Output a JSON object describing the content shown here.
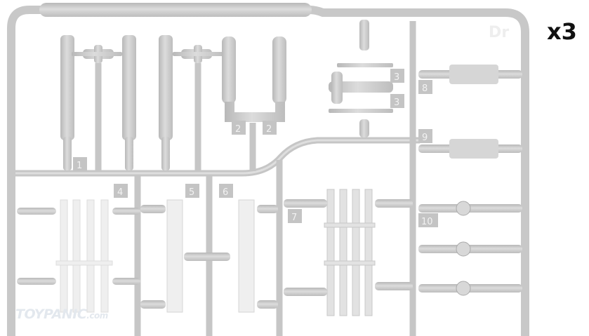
{
  "multiplier": "x3",
  "sprue_letter": "Dr",
  "watermark": {
    "main": "TOYPANIC",
    "suffix": ".com"
  },
  "part_numbers": [
    "1",
    "2",
    "2",
    "3",
    "3",
    "4",
    "5",
    "6",
    "7",
    "8",
    "9",
    "10"
  ],
  "colors": {
    "sprue": "#cdcdcd",
    "sprue_edge": "#b4b4b4",
    "tag": "#c4c4c4",
    "light_part": "#efefef"
  }
}
